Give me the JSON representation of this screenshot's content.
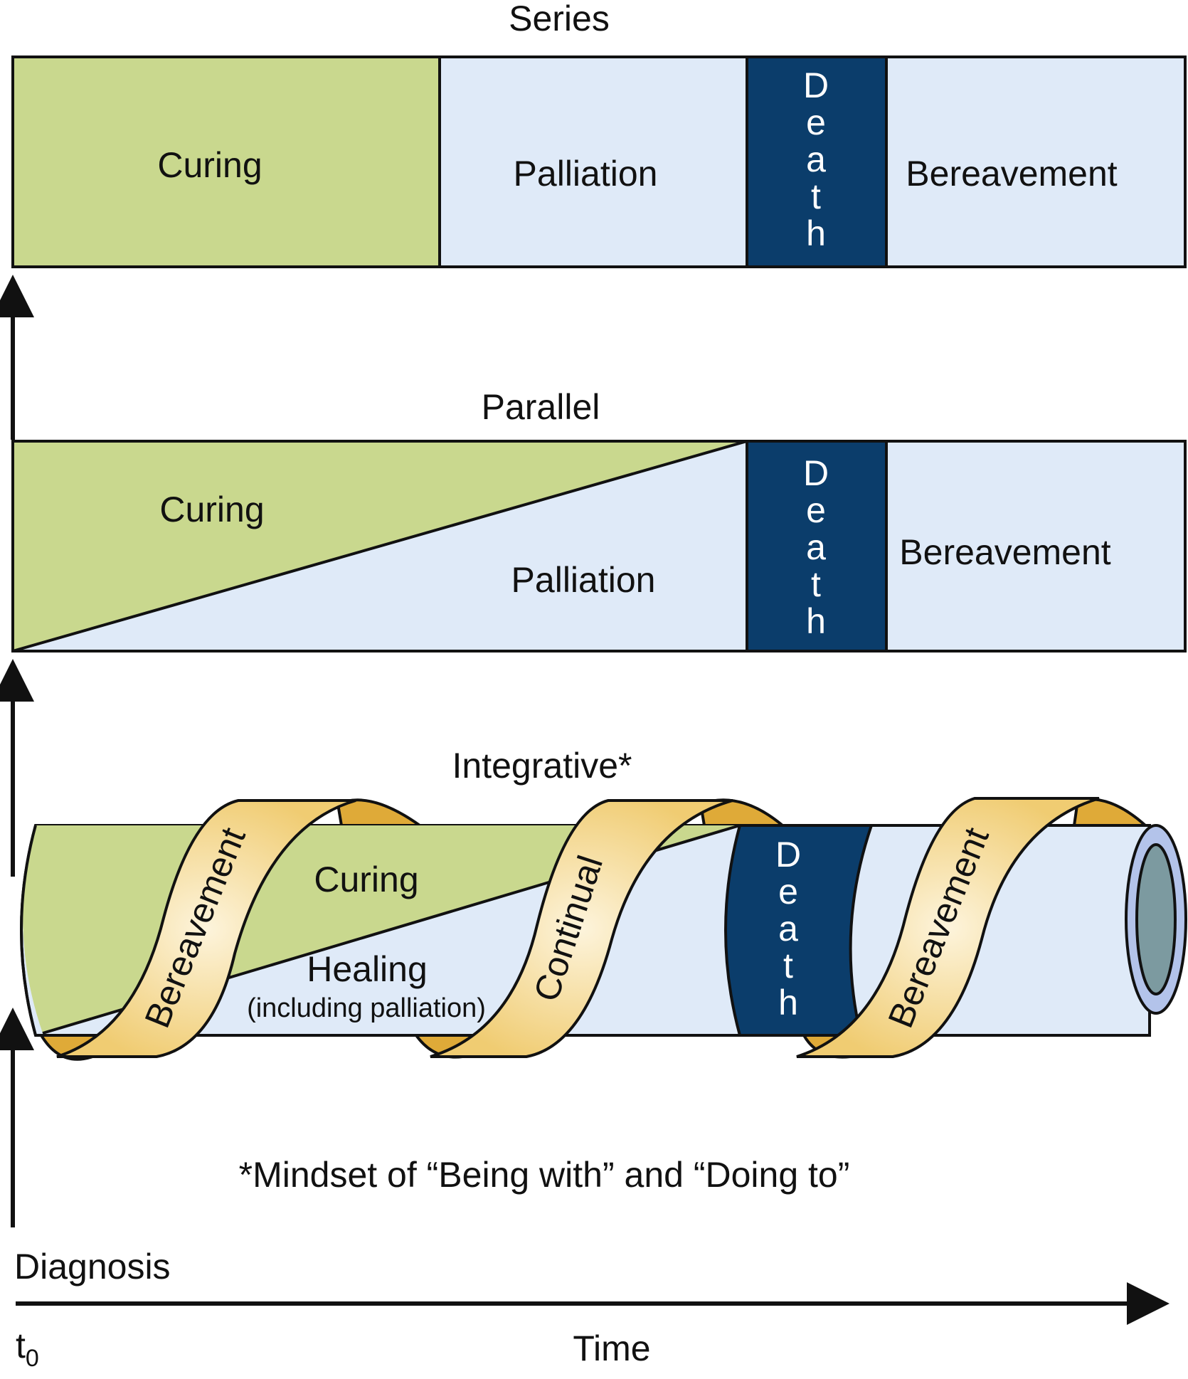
{
  "colors": {
    "curing": "#c9d88e",
    "palliation": "#dfeaf8",
    "death": "#0b3d6b",
    "ribbon": "#f0cc72",
    "ribbon_light": "#fdf4dc",
    "ribbon_inner": "#dfaa38",
    "tube_end": "#b3c3ea",
    "tube_hole": "#7c9aa0",
    "outline": "#111111"
  },
  "series": {
    "title": "Series",
    "curing": "Curing",
    "palliation": "Palliation",
    "death_letters": [
      "D",
      "e",
      "a",
      "t",
      "h"
    ],
    "bereavement": "Bereavement"
  },
  "parallel": {
    "title": "Parallel",
    "curing": "Curing",
    "palliation": "Palliation",
    "death_letters": [
      "D",
      "e",
      "a",
      "t",
      "h"
    ],
    "bereavement": "Bereavement"
  },
  "integrative": {
    "title": "Integrative*",
    "curing": "Curing",
    "healing": "Healing",
    "healing_sub": "(including palliation)",
    "ribbon_1": "Bereavement",
    "ribbon_2": "Continual",
    "ribbon_3": "Bereavement",
    "death_letters": [
      "D",
      "e",
      "a",
      "t",
      "h"
    ],
    "footnote": "*Mindset of “Being with” and “Doing to”"
  },
  "axis": {
    "diagnosis": "Diagnosis",
    "t0_base": "t",
    "t0_sub": "0",
    "time": "Time"
  }
}
